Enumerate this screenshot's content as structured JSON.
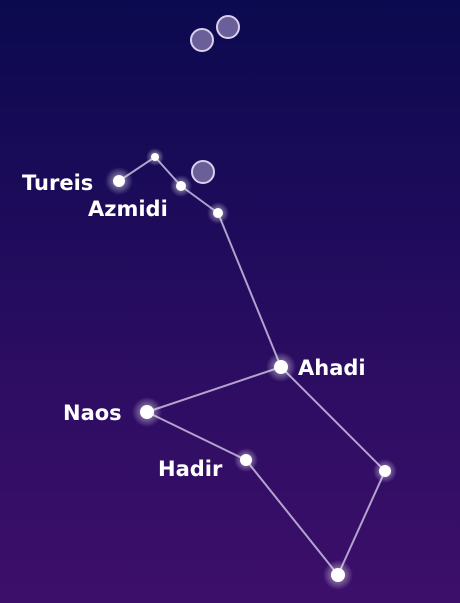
{
  "diagram": {
    "labels": {
      "tureis": "Tureis",
      "azmidi": "Azmidi",
      "ahadi": "Ahadi",
      "naos": "Naos",
      "hadir": "Hadir"
    },
    "colors": {
      "sky_top": "#0b0a4f",
      "sky_bottom": "#3c0f6a",
      "line": "#c9bde0",
      "star": "#ffffff",
      "planet_fill": "#6a5f98",
      "planet_stroke": "#d8d0ec"
    }
  }
}
